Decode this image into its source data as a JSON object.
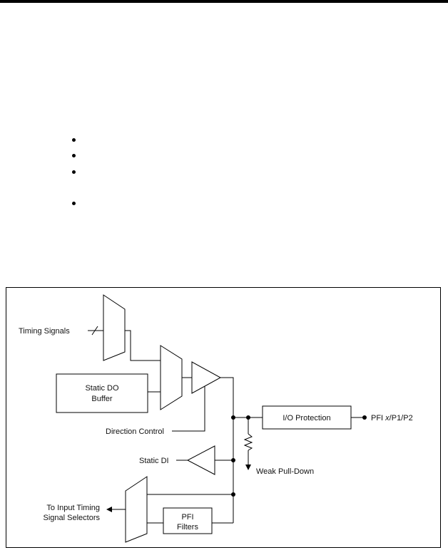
{
  "diagram": {
    "labels": {
      "timing_signals": "Timing Signals",
      "static_do_buffer_line1": "Static DO",
      "static_do_buffer_line2": "Buffer",
      "direction_control": "Direction Control",
      "io_protection": "I/O Protection",
      "pfi_output_prefix": "PFI ",
      "pfi_output_italic": "x",
      "pfi_output_suffix": "/P1/P2",
      "static_di": "Static DI",
      "weak_pull_down": "Weak Pull-Down",
      "to_input_line1": "To Input Timing",
      "to_input_line2": "Signal Selectors",
      "pfi_filters_line1": "PFI",
      "pfi_filters_line2": "Filters"
    }
  }
}
